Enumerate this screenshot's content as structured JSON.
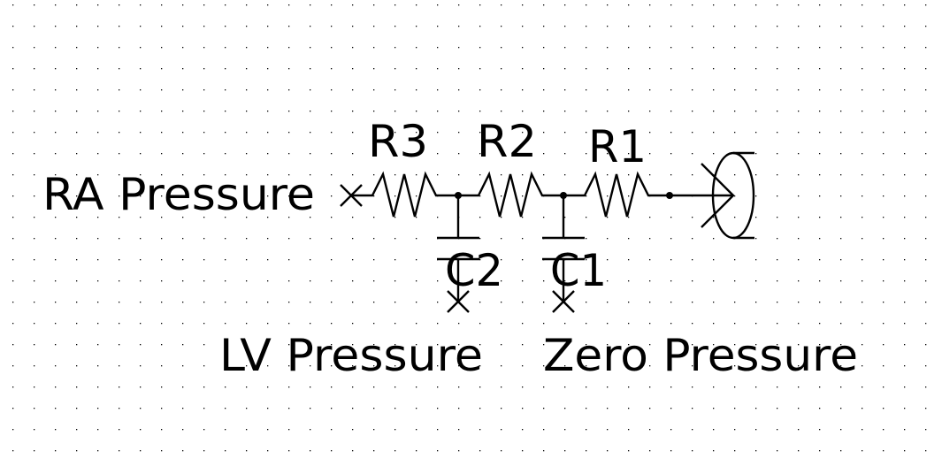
{
  "schematic": {
    "title": "RC circuit schematic",
    "components": {
      "resistors": [
        {
          "id": "R3",
          "label": "R3"
        },
        {
          "id": "R2",
          "label": "R2"
        },
        {
          "id": "R1",
          "label": "R1"
        }
      ],
      "capacitors": [
        {
          "id": "C2",
          "label": "C2"
        },
        {
          "id": "C1",
          "label": "C1"
        }
      ],
      "source": {
        "type": "flow-source",
        "icon": "current-source-icon"
      }
    },
    "nodes": {
      "ra": {
        "label": "RA Pressure"
      },
      "lv": {
        "label": "LV Pressure"
      },
      "zero": {
        "label": "Zero Pressure"
      }
    },
    "colors": {
      "wire": "#000000",
      "grid_dot": "#000000",
      "background": "#ffffff"
    }
  }
}
